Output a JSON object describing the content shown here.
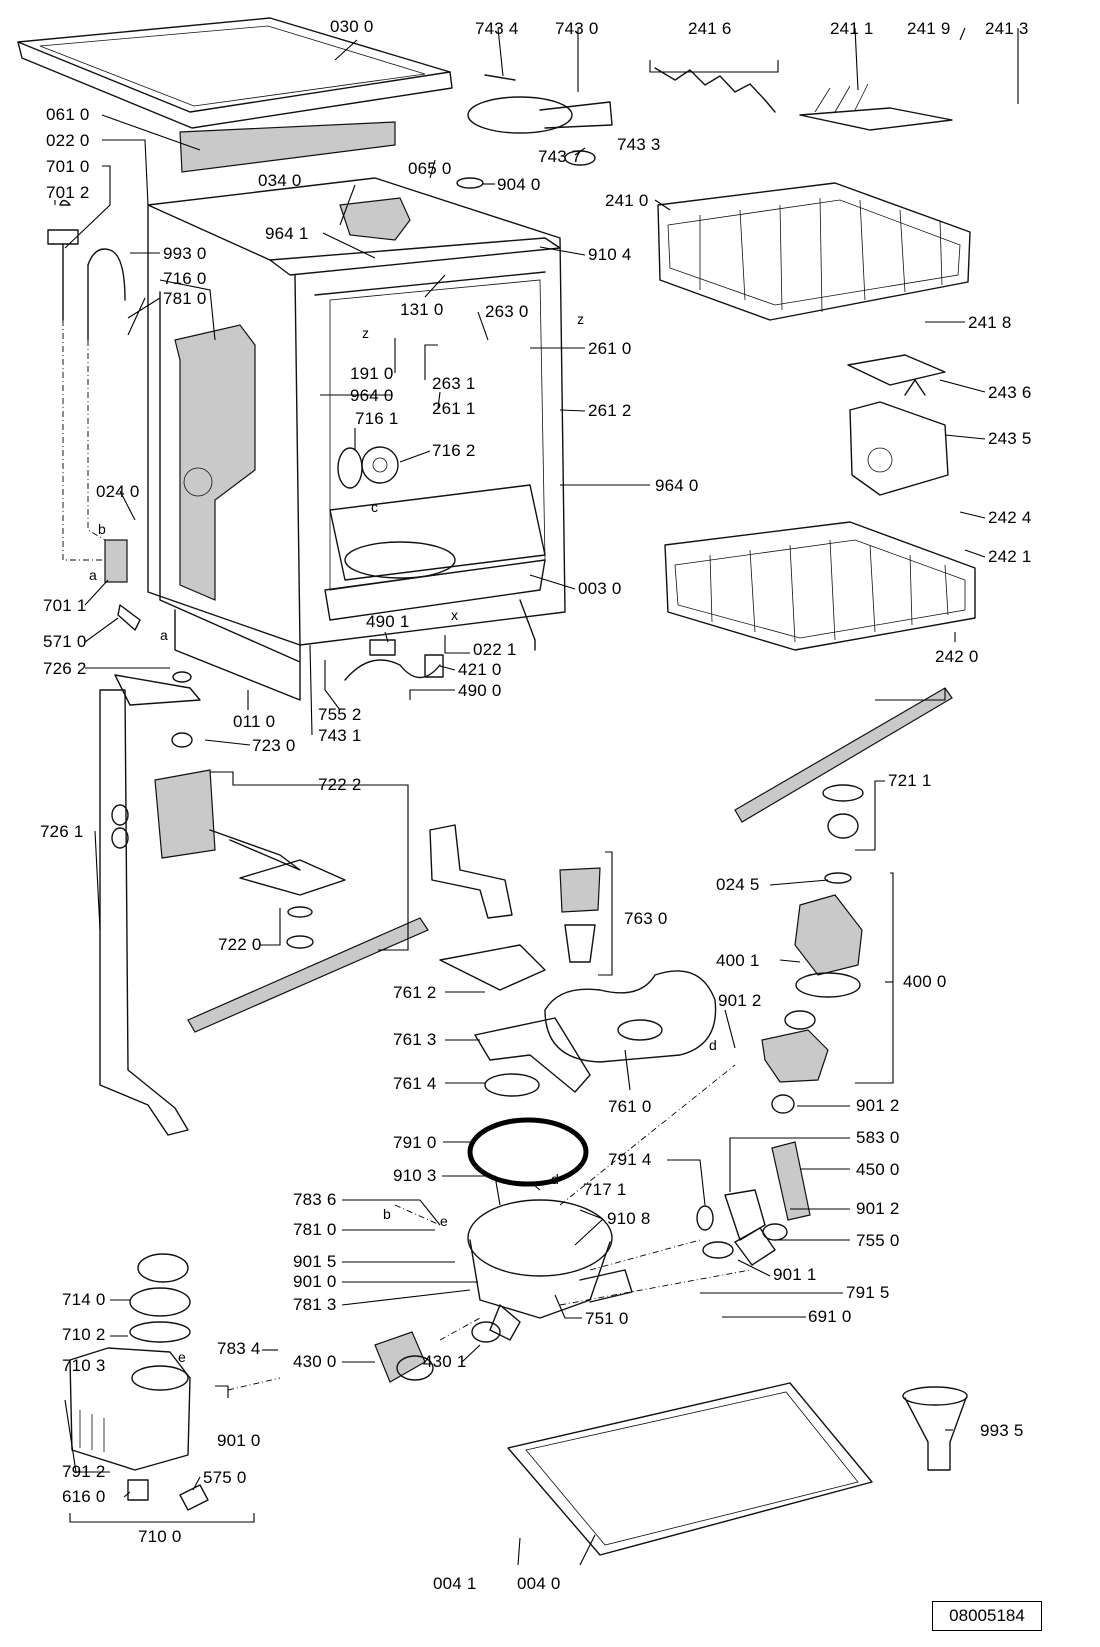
{
  "drawing_number": "08005184",
  "labels": {
    "l0300": "030 0",
    "l7434": "743 4",
    "l7430": "743 0",
    "l2416": "241 6",
    "l2411": "241 1",
    "l2419": "241 9",
    "l2413": "241 3",
    "l0610": "061 0",
    "l0220": "022 0",
    "l7010": "701 0",
    "l7012": "701 2",
    "l7437": "743 7",
    "l7433": "743 3",
    "l0650": "065 0",
    "l9040": "904 0",
    "l0340": "034 0",
    "l2410": "241 0",
    "l9641": "964 1",
    "l9930": "993 0",
    "l9104": "910 4",
    "l7160": "716 0",
    "l7810a": "781 0",
    "l1310": "131 0",
    "l2630": "263 0",
    "l2418": "241 8",
    "l2610": "261 0",
    "l1910": "191 0",
    "l2631": "263 1",
    "l9640a": "964 0",
    "l2611": "261 1",
    "l2436": "243 6",
    "l2612": "261 2",
    "l7161": "716 1",
    "l2435": "243 5",
    "l7162": "716 2",
    "l9640b": "964 0",
    "l0240": "024 0",
    "l2424": "242 4",
    "l2421": "242 1",
    "l0030": "003 0",
    "l7011": "701 1",
    "l5710": "571 0",
    "l4901": "490 1",
    "l0221": "022 1",
    "l7262": "726 2",
    "l4210": "421 0",
    "l4900": "490 0",
    "l2420": "242 0",
    "l0110": "011 0",
    "l7552": "755 2",
    "l7230": "723 0",
    "l7431": "743 1",
    "l7222": "722 2",
    "l7211": "721 1",
    "l7261": "726 1",
    "l0245": "024 5",
    "l7630": "763 0",
    "l7220": "722 0",
    "l4001": "400 1",
    "l4000": "400 0",
    "l7612": "761 2",
    "l9012a": "901 2",
    "l7613": "761 3",
    "l7614": "761 4",
    "l7610": "761 0",
    "l9012b": "901 2",
    "l7910": "791 0",
    "l5830": "583 0",
    "l9103": "910 3",
    "l7914": "791 4",
    "l4500": "450 0",
    "l7171": "717 1",
    "l7836": "783 6",
    "l9108": "910 8",
    "l9012c": "901 2",
    "l7810b": "781 0",
    "l7550": "755 0",
    "l9015": "901 5",
    "l9010a": "901 0",
    "l9011": "901 1",
    "l7140": "714 0",
    "l7813": "781 3",
    "l7915": "791 5",
    "l7102": "710 2",
    "l7510": "751 0",
    "l6910": "691 0",
    "l7103": "710 3",
    "l7834": "783 4",
    "l4300": "430 0",
    "l4301": "430 1",
    "l9010b": "901 0",
    "l9935": "993 5",
    "l7912": "791 2",
    "l5750": "575 0",
    "l6160": "616 0",
    "l7100": "710 0",
    "l0041": "004 1",
    "l0040": "004 0"
  },
  "letters": {
    "a1": "a",
    "b1": "b",
    "a2": "a",
    "z1": "z",
    "z2": "z",
    "c1": "c",
    "x1": "x",
    "d1": "d",
    "d2": "d",
    "b2": "b",
    "e1": "e",
    "e2": "e"
  }
}
